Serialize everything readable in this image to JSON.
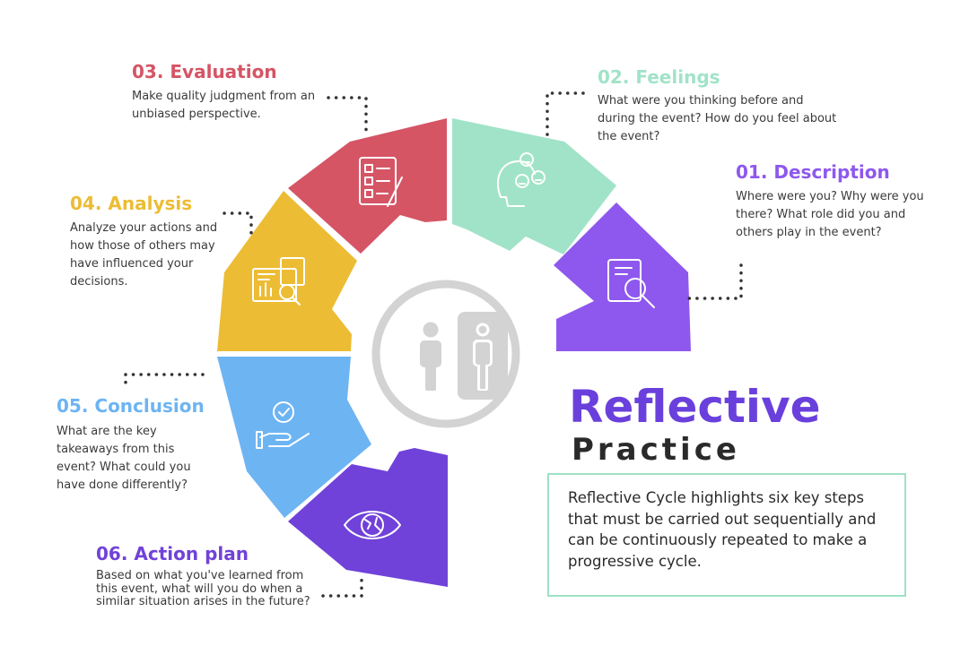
{
  "colors": {
    "description": "#8e58ee",
    "feelings": "#a1e3c8",
    "evaluation": "#d55565",
    "analysis": "#ecbc34",
    "conclusion": "#6db4f3",
    "action_plan": "#7042d9",
    "hub": "#d3d3d3",
    "connector": "#333333"
  },
  "steps": [
    {
      "key": "description",
      "title": "01. Description",
      "description": "Where were you? Why were you there? What role did you and others play in the event?",
      "icon": "document-search-icon"
    },
    {
      "key": "feelings",
      "title": "02. Feelings",
      "description": "What were you thinking before and during the event? How do you feel about the event?",
      "icon": "head-emotions-icon"
    },
    {
      "key": "evaluation",
      "title": "03. Evaluation",
      "description": "Make quality judgment from an unbiased perspective.",
      "icon": "checklist-icon"
    },
    {
      "key": "analysis",
      "title": "04. Analysis",
      "description": "Analyze your actions and how those of others may have influenced your decisions.",
      "icon": "data-analysis-icon"
    },
    {
      "key": "conclusion",
      "title": "05. Conclusion",
      "description": "What are the key takeaways from this event? What could you have done differently?",
      "icon": "hand-badge-icon"
    },
    {
      "key": "action_plan",
      "title": "06. Action plan",
      "description": "Based on what you've learned from this event, what will you do when a similar situation arises in the future?",
      "icon": "eye-icon"
    }
  ],
  "center_icon": "person-mirror-icon",
  "title": {
    "main": "Reflective",
    "sub": "Practice"
  },
  "summary": "Reflective Cycle highlights six key steps that must be carried out sequentially and can be continuously repeated to make a progressive cycle."
}
